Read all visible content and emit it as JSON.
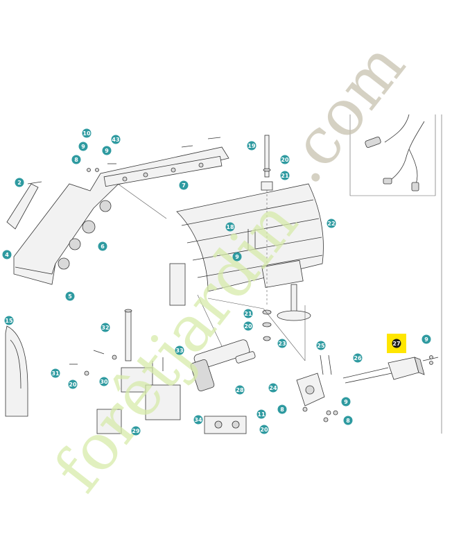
{
  "diagram": {
    "callouts": [
      {
        "id": "c10",
        "label": "10"
      },
      {
        "id": "c9a",
        "label": "9"
      },
      {
        "id": "c43",
        "label": "43"
      },
      {
        "id": "c9b",
        "label": "9"
      },
      {
        "id": "c8a",
        "label": "8"
      },
      {
        "id": "c2",
        "label": "2"
      },
      {
        "id": "c7",
        "label": "7"
      },
      {
        "id": "c19",
        "label": "19"
      },
      {
        "id": "c20a",
        "label": "20"
      },
      {
        "id": "c21a",
        "label": "21"
      },
      {
        "id": "c22",
        "label": "22"
      },
      {
        "id": "c18",
        "label": "18"
      },
      {
        "id": "c9c",
        "label": "9"
      },
      {
        "id": "c6",
        "label": "6"
      },
      {
        "id": "c4",
        "label": "4"
      },
      {
        "id": "c5",
        "label": "5"
      },
      {
        "id": "c21b",
        "label": "21"
      },
      {
        "id": "c20b",
        "label": "20"
      },
      {
        "id": "c23",
        "label": "23"
      },
      {
        "id": "c15",
        "label": "15"
      },
      {
        "id": "c32",
        "label": "32"
      },
      {
        "id": "c33",
        "label": "33"
      },
      {
        "id": "c25",
        "label": "25"
      },
      {
        "id": "c27",
        "label": "27"
      },
      {
        "id": "c9d",
        "label": "9"
      },
      {
        "id": "c26",
        "label": "26"
      },
      {
        "id": "c31",
        "label": "31"
      },
      {
        "id": "c20c",
        "label": "20"
      },
      {
        "id": "c30",
        "label": "30"
      },
      {
        "id": "c28",
        "label": "28"
      },
      {
        "id": "c24",
        "label": "24"
      },
      {
        "id": "c9e",
        "label": "9"
      },
      {
        "id": "c8b",
        "label": "8"
      },
      {
        "id": "c8c",
        "label": "8"
      },
      {
        "id": "c11",
        "label": "11"
      },
      {
        "id": "c34",
        "label": "34"
      },
      {
        "id": "c20d",
        "label": "20"
      },
      {
        "id": "c29",
        "label": "29"
      }
    ],
    "highlighted_part": "27"
  },
  "watermark": {
    "text_main": "forêtjardin",
    "text_suffix": ".com"
  },
  "colors": {
    "callout": "#2e9aa0",
    "highlight": "#ffe600",
    "watermark_green": "#d7ebaa",
    "watermark_grey": "#c8c2b0"
  }
}
